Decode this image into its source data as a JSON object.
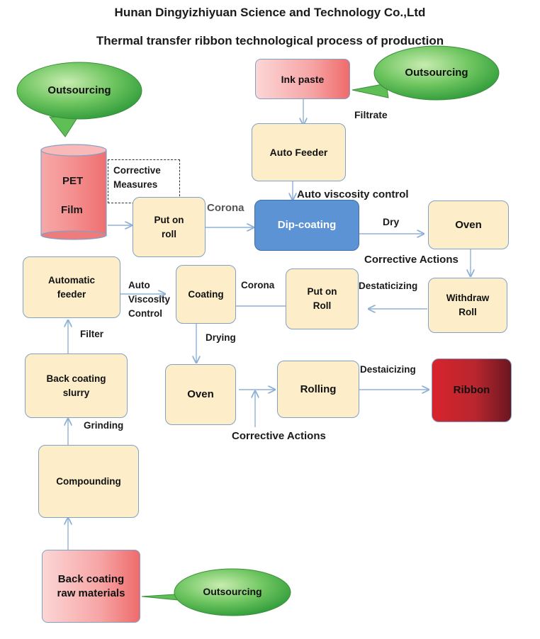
{
  "header": {
    "company": "Hunan Dingyizhiyuan Science and Technology Co.,Ltd",
    "subtitle": "Thermal transfer ribbon technological process of production"
  },
  "nodes": {
    "ink_paste": "Ink paste",
    "auto_feeder": "Auto Feeder",
    "pet_film_line1": "PET",
    "pet_film_line2": "Film",
    "corrective_measures": "Corrective\nMeasures",
    "put_on_roll_1": "Put on\nroll",
    "dip_coating": "Dip-coating",
    "oven_1": "Oven",
    "withdraw_roll": "Withdraw\nRoll",
    "put_on_roll_2": "Put on\nRoll",
    "coating": "Coating",
    "automatic_feeder": "Automatic\nfeeder",
    "back_coating_slurry": "Back coating\nslurry",
    "compounding": "Compounding",
    "back_coating_raw_materials": "Back coating\nraw materials",
    "oven_2": "Oven",
    "rolling": "Rolling",
    "ribbon": "Ribbon"
  },
  "bubbles": {
    "outsourcing_ink": "Outsourcing",
    "outsourcing_pet": "Outsourcing",
    "outsourcing_raw": "Outsourcing"
  },
  "edge_labels": {
    "filtrate": "Filtrate",
    "auto_viscosity_control": "Auto viscosity control",
    "corona_1": "Corona",
    "dry": "Dry",
    "corrective_actions_1": "Corrective Actions",
    "destaticizing_1": "Destaticizing",
    "corona_2": "Corona",
    "auto_viscosity_control_2": "Auto\nViscosity\nControl",
    "filter": "Filter",
    "drying": "Drying",
    "grinding": "Grinding",
    "destaicizing": "Destaicizing",
    "corrective_actions_2": "Corrective Actions"
  },
  "colors": {
    "box_fill": "#fdeec9",
    "box_border": "#7fa1c8",
    "arrow": "#8fb0d6",
    "bubble_green": "#3fae3f",
    "dip_coating_blue": "#5b93d4",
    "ribbon_red": "#b8262e"
  }
}
